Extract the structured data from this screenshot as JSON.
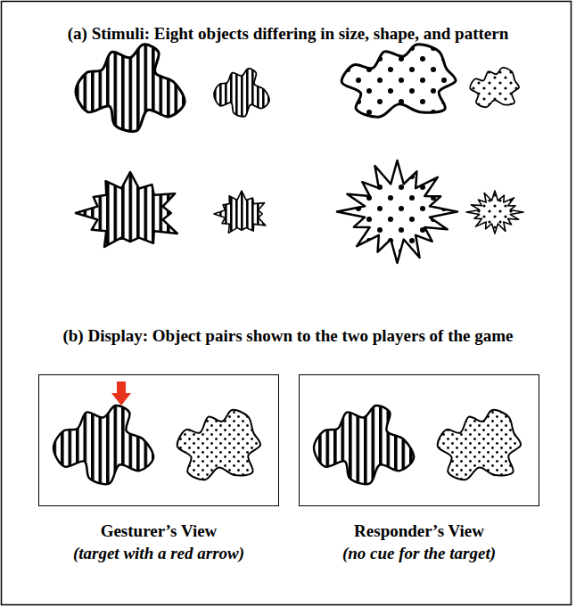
{
  "diagram": {
    "nodes": [
      {
        "text": [
          "Gesturer’s View",
          "(target with a red arrow)"
        ]
      },
      {
        "text": [
          "Responder’s View",
          "(no cue for the target)"
        ]
      }
    ],
    "labels": [
      "(a) Stimuli: Eight objects differing in size, shape, and pattern",
      "(b) Display: Object pairs shown to the two players of the game"
    ]
  }
}
